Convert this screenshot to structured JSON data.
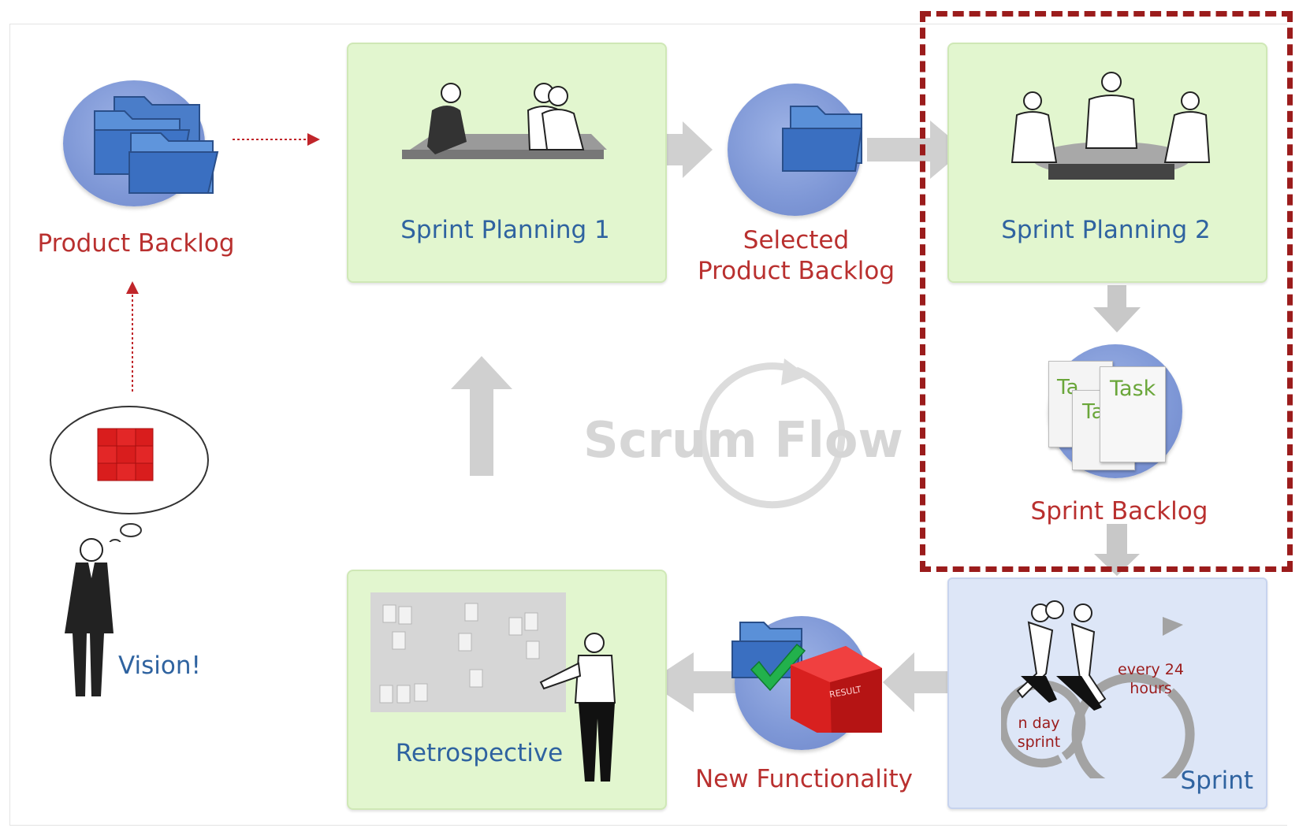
{
  "diagram": {
    "product_backlog": "Product Backlog",
    "vision": "Vision!",
    "sprint_planning_1": "Sprint Planning 1",
    "selected_backlog_line1": "Selected",
    "selected_backlog_line2": "Product Backlog",
    "sprint_planning_2": "Sprint Planning 2",
    "sprint_backlog": "Sprint Backlog",
    "task_labels": [
      "Ta",
      "Ta",
      "Task"
    ],
    "scrum_flow_word1": "Scrum",
    "scrum_flow_word2": "Flow",
    "sprint": "Sprint",
    "every_24_line1": "every 24",
    "every_24_line2": "hours",
    "n_day_line1": "n day",
    "n_day_line2": "sprint",
    "new_functionality": "New Functionality",
    "result_label": "RESULT",
    "retrospective": "Retrospective"
  },
  "colors": {
    "green_panel": "#e2f6cf",
    "blue_panel": "#dde6f7",
    "label_blue": "#2f63a0",
    "label_red": "#b9302f",
    "highlight_border": "#9b1c1c",
    "arrow_gray": "#cfcfcf"
  }
}
